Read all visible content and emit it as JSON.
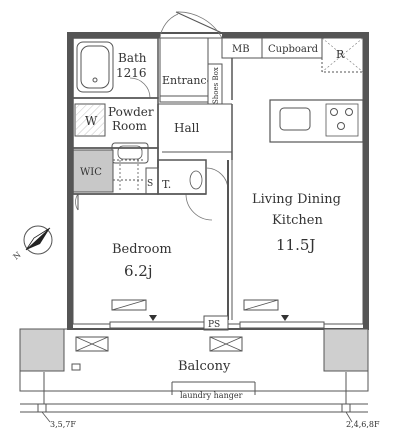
{
  "rooms": {
    "bath": {
      "name": "Bath",
      "size": "1216"
    },
    "mb": "MB",
    "cupboard": "Cupboard",
    "r": "R",
    "entrance": "Entrance",
    "shoes_box": "Shoes Box",
    "powder_room_line1": "Powder",
    "powder_room_line2": "Room",
    "w": "W",
    "hall": "Hall",
    "wic": "WIC",
    "s": "S",
    "toilet": "T.",
    "living_line1": "Living Dining",
    "living_line2": "Kitchen",
    "living_size": "11.5J",
    "bedroom": "Bedroom",
    "bedroom_size": "6.2j",
    "ps": "PS",
    "balcony": "Balcony",
    "laundry_hanger": "laundry hanger"
  },
  "floors": {
    "left": "3,5,7F",
    "right": "2,4,6,8F"
  },
  "compass": {
    "label": "N"
  },
  "colors": {
    "wall": "#555555",
    "hatch": "#999999",
    "closet": "#c8c8c8",
    "balcony_wall": "#cfcfcf"
  }
}
